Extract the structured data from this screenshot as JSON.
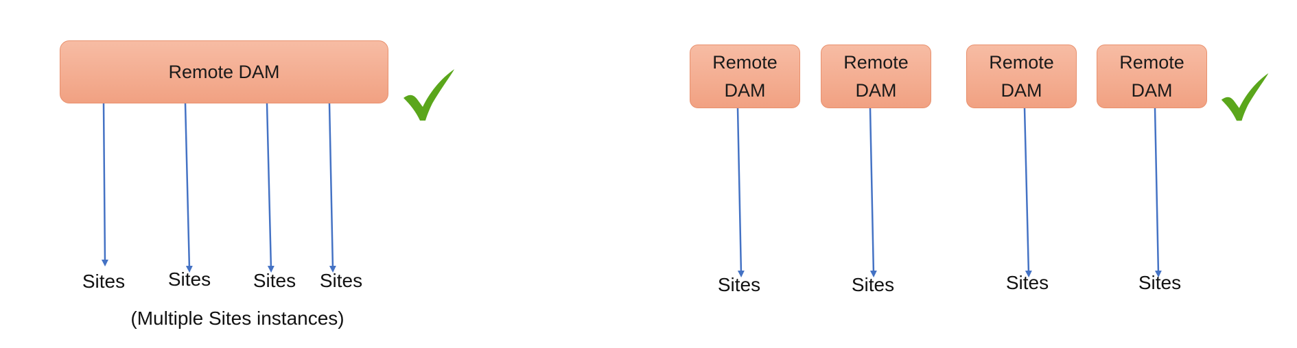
{
  "left_diagram": {
    "dam_label": "Remote DAM",
    "sites_labels": [
      "Sites",
      "Sites",
      "Sites",
      "Sites"
    ],
    "caption": "(Multiple Sites instances)",
    "check_icon": "checkmark-icon"
  },
  "right_diagram": {
    "dam_labels": [
      "Remote\nDAM",
      "Remote\nDAM",
      "Remote\nDAM",
      "Remote\nDAM"
    ],
    "sites_labels": [
      "Sites",
      "Sites",
      "Sites",
      "Sites"
    ],
    "check_icon": "checkmark-icon"
  },
  "colors": {
    "box_fill": "#f4ad90",
    "box_border": "#e8906d",
    "arrow": "#4472c4",
    "check": "#5aa61b"
  }
}
